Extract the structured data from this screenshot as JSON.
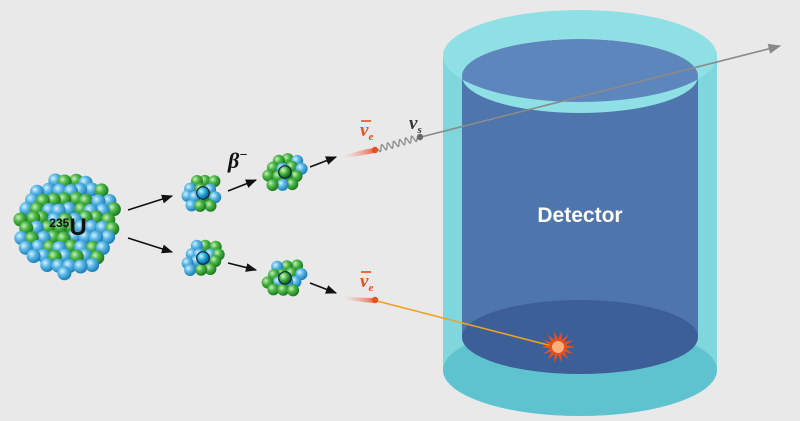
{
  "diagram": {
    "source_nucleus": {
      "mass_number": "235",
      "symbol": "U"
    },
    "beta_label": "β",
    "beta_superscript": "−",
    "antineutrino_label": "ν",
    "antineutrino_subscript": "e",
    "sterile_label": "ν",
    "sterile_subscript": "s",
    "detector_label": "Detector"
  },
  "colors": {
    "background": "#e9e9e9",
    "detector_outer": "#7fd6dc",
    "detector_inner": "#4f75ad",
    "neutrino_orange": "#e8501e",
    "sterile_gray": "#8a8a8a",
    "nucleon_green": "#4cb848",
    "nucleon_blue": "#5ab8e6"
  }
}
